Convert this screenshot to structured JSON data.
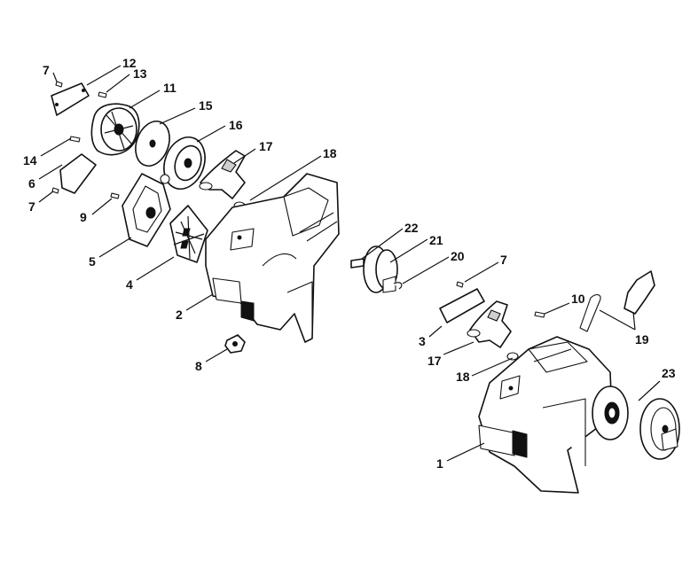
{
  "callouts": [
    {
      "id": "c1",
      "text": "1"
    },
    {
      "id": "c2",
      "text": "2"
    },
    {
      "id": "c3",
      "text": "3"
    },
    {
      "id": "c4",
      "text": "4"
    },
    {
      "id": "c5",
      "text": "5"
    },
    {
      "id": "c6",
      "text": "6"
    },
    {
      "id": "c7a",
      "text": "7"
    },
    {
      "id": "c7b",
      "text": "7"
    },
    {
      "id": "c7c",
      "text": "7"
    },
    {
      "id": "c8",
      "text": "8"
    },
    {
      "id": "c9",
      "text": "9"
    },
    {
      "id": "c10",
      "text": "10"
    },
    {
      "id": "c11",
      "text": "11"
    },
    {
      "id": "c12",
      "text": "12"
    },
    {
      "id": "c13",
      "text": "13"
    },
    {
      "id": "c14",
      "text": "14"
    },
    {
      "id": "c15",
      "text": "15"
    },
    {
      "id": "c16",
      "text": "16"
    },
    {
      "id": "c17a",
      "text": "17"
    },
    {
      "id": "c17b",
      "text": "17"
    },
    {
      "id": "c18a",
      "text": "18"
    },
    {
      "id": "c18b",
      "text": "18"
    },
    {
      "id": "c19",
      "text": "19"
    },
    {
      "id": "c20",
      "text": "20"
    },
    {
      "id": "c21",
      "text": "21"
    },
    {
      "id": "c22",
      "text": "22"
    },
    {
      "id": "c23",
      "text": "23"
    }
  ]
}
